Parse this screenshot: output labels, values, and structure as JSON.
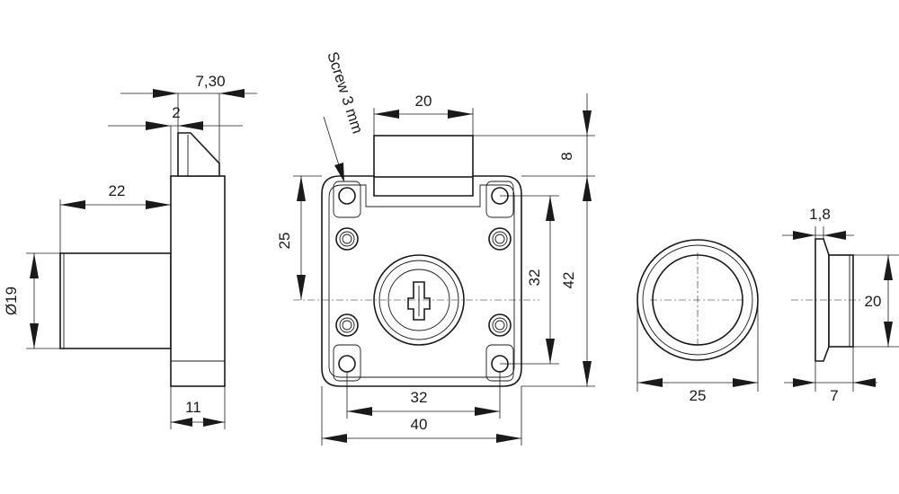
{
  "dimensions": {
    "d_7_30": "7,30",
    "d_2": "2",
    "d_22": "22",
    "d_dia19": "Ø19",
    "d_11": "11",
    "d_20_top": "20",
    "d_8": "8",
    "d_25_left": "25",
    "d_32_vert": "32",
    "d_42": "42",
    "d_32_horiz": "32",
    "d_40": "40",
    "d_25_round": "25",
    "d_1_8": "1,8",
    "d_20_right": "20",
    "d_7": "7"
  },
  "annotations": {
    "screw": "Screw 3 mm"
  },
  "colors": {
    "line": "#1a1a1a",
    "background": "#ffffff"
  }
}
